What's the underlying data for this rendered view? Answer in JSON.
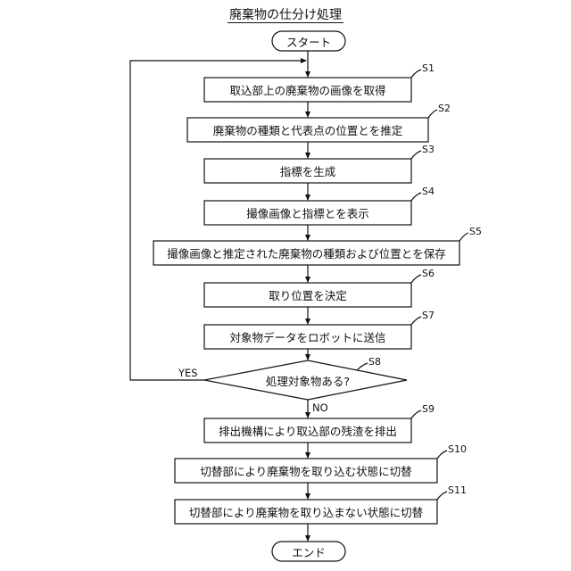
{
  "title": "廃棄物の仕分け処理",
  "start": "スタート",
  "end": "エンド",
  "steps": [
    {
      "id": "S1",
      "text": "取込部上の廃棄物の画像を取得"
    },
    {
      "id": "S2",
      "text": "廃棄物の種類と代表点の位置とを推定"
    },
    {
      "id": "S3",
      "text": "指標を生成"
    },
    {
      "id": "S4",
      "text": "撮像画像と指標とを表示"
    },
    {
      "id": "S5",
      "text": "撮像画像と推定された廃棄物の種類および位置とを保存"
    },
    {
      "id": "S6",
      "text": "取り位置を決定"
    },
    {
      "id": "S7",
      "text": "対象物データをロボットに送信"
    },
    {
      "id": "S8",
      "text": "処理対象物ある?"
    },
    {
      "id": "S9",
      "text": "排出機構により取込部の残渣を排出"
    },
    {
      "id": "S10",
      "text": "切替部により廃棄物を取り込む状態に切替"
    },
    {
      "id": "S11",
      "text": "切替部により廃棄物を取り込まない状態に切替"
    }
  ],
  "branches": {
    "yes": "YES",
    "no": "NO"
  }
}
